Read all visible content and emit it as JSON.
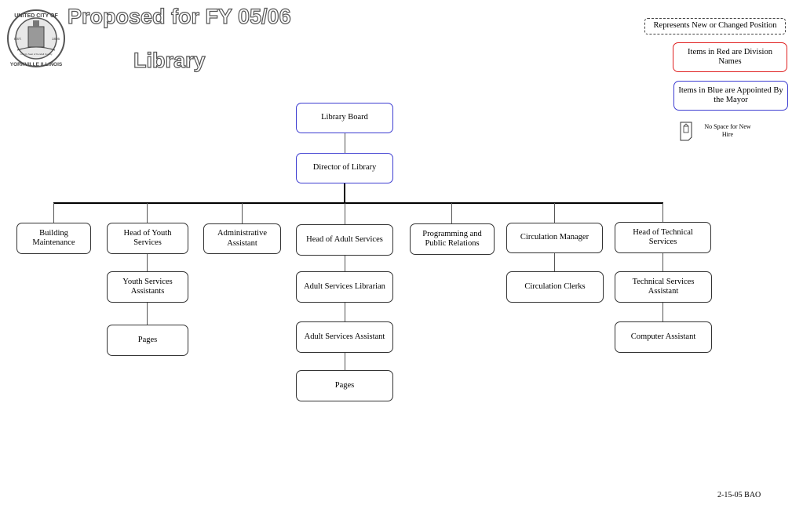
{
  "header": {
    "title_line1": "Proposed for FY 05/06",
    "title_line2": "Library"
  },
  "seal": {
    "top_text": "UNITED CITY OF",
    "bottom_text": "YORKVILLE ILLINOIS",
    "est": "EST.",
    "year": "1836",
    "inner_text": "County Seat of Kendall County"
  },
  "legend": {
    "new_changed": "Represents New or Changed Position",
    "red_names": "Items in Red are Division Names",
    "blue_appointed": "Items in Blue are Appointed By the Mayor",
    "no_space": "No Space for New Hire"
  },
  "org": {
    "board": "Library Board",
    "director": "Director of Library",
    "building_maintenance": "Building Maintenance",
    "head_youth": "Head of Youth Services",
    "youth_assistants": "Youth Services Assistants",
    "youth_pages": "Pages",
    "admin_assistant": "Administrative Assistant",
    "head_adult": "Head of Adult Services",
    "adult_librarian": "Adult Services Librarian",
    "adult_assistant": "Adult Services Assistant",
    "adult_pages": "Pages",
    "programming": "Programming and Public Relations",
    "circulation_manager": "Circulation Manager",
    "circulation_clerks": "Circulation Clerks",
    "head_technical": "Head of Technical Services",
    "technical_assistant": "Technical Services Assistant",
    "computer_assistant": "Computer Assistant"
  },
  "footer": {
    "date_code": "2-15-05 BAO"
  },
  "colors": {
    "blue_border": "#3d3dd1",
    "red_border": "#e02020"
  }
}
